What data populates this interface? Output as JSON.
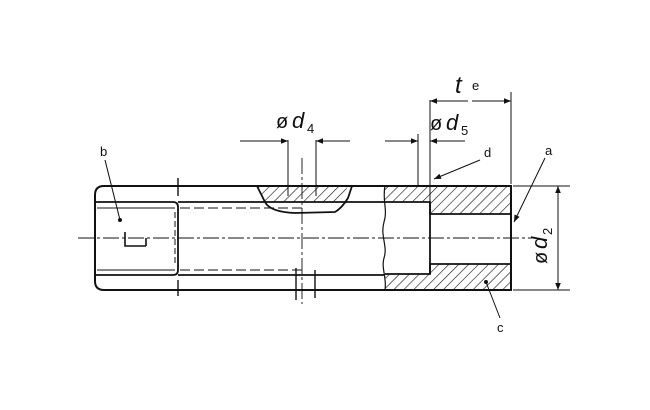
{
  "drawing": {
    "labels": {
      "t": "t",
      "e": "e",
      "d4_prefix": "ø",
      "d4_main": "d",
      "d4_sub": "4",
      "d5_prefix": "ø",
      "d5_main": "d",
      "d5_sub": "5",
      "d2_prefix": "ø",
      "d2_main": "d",
      "d2_sub": "2",
      "a": "a",
      "b": "b",
      "c": "c",
      "d": "d"
    }
  }
}
